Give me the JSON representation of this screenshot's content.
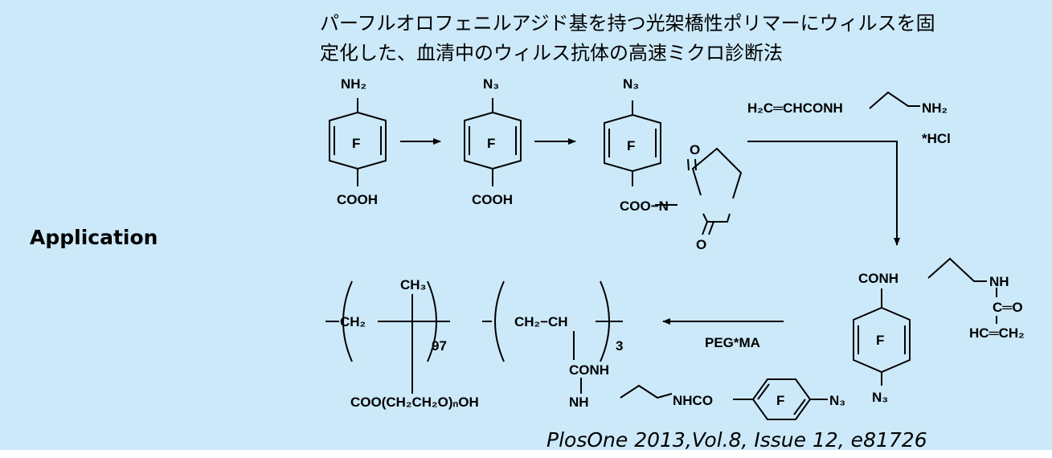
{
  "title_line1": "パーフルオロフェニルアジド基を持つ光架橋性ポリマーにウィルスを固",
  "title_line2": "定化した、血清中のウィルス抗体の高速ミクロ診断法",
  "side_label": "Application",
  "citation": "PlosOne 2013,Vol.8, Issue 12, e81726",
  "labels": {
    "nh2": "NH₂",
    "n3": "N₃",
    "f": "F",
    "cooh": "COOH",
    "coo_o_n": "COO−N",
    "o": "O",
    "acryl": "H₂C═CHCONH",
    "hcl": "*HCl",
    "conh": "CONH",
    "nh": "NH",
    "c_eq_o": "C═O",
    "hc_eq_ch2": "HC═CH₂",
    "ch3": "CH₃",
    "ch2": "CH₂",
    "ch2_ch": "CH₂−CH",
    "sub97": "97",
    "sub3": "3",
    "peg_ester": "COO(CH₂CH₂O)ₙOH",
    "nhco": "NHCO",
    "peg_ma": "PEG*MA"
  }
}
